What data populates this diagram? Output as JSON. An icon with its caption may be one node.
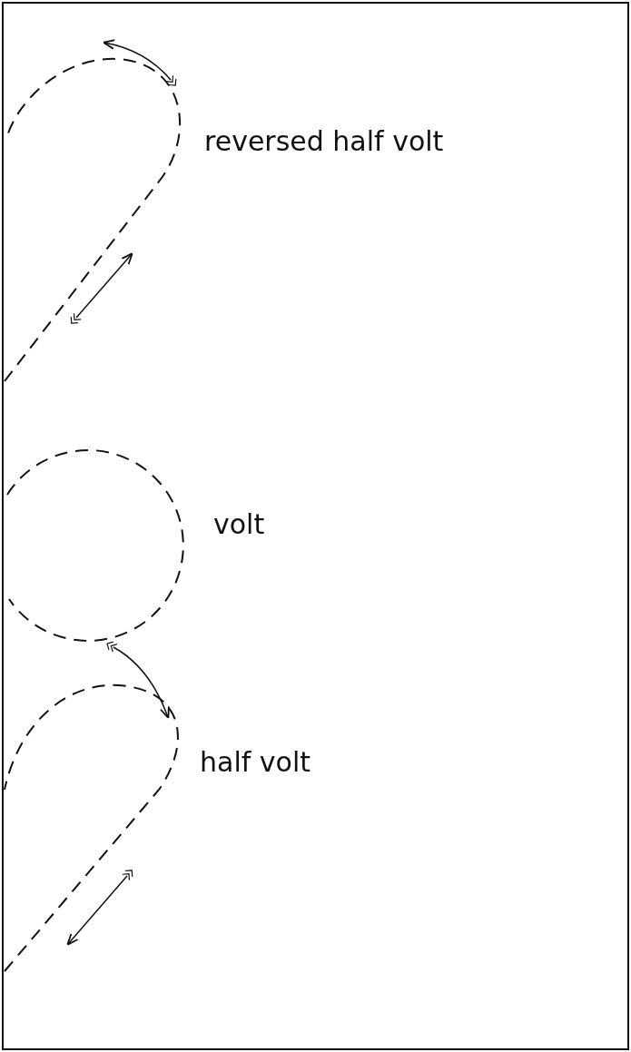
{
  "diagram": {
    "labels": [
      "reversed half volt",
      "volt",
      "half volt"
    ]
  }
}
